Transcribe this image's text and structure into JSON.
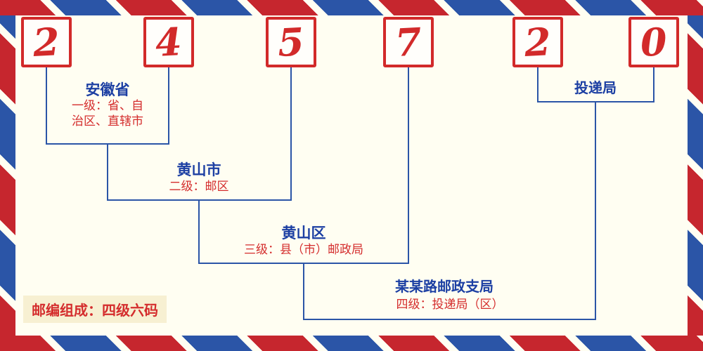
{
  "postal_code": {
    "digits": [
      "2",
      "4",
      "5",
      "7",
      "2",
      "0"
    ]
  },
  "levels": [
    {
      "name": "安徽省",
      "desc": "一级：省、自治区、直辖市"
    },
    {
      "name": "黄山市",
      "desc": "二级：邮区"
    },
    {
      "name": "黄山区",
      "desc": "三级：县（市）邮政局"
    },
    {
      "name": "某某路邮政支局",
      "desc": "四级：投递局（区）"
    },
    {
      "name": "投递局",
      "desc": ""
    }
  ],
  "footer": {
    "composition": "邮编组成：四级六码"
  },
  "colors": {
    "stripe_red": "#c6262e",
    "stripe_blue": "#2b55a7",
    "digit_red": "#d22a2a",
    "label_blue": "#1c3fa3",
    "desc_red": "#d42d2d",
    "footer_bg": "#f7f0d2",
    "background": "#fffef2"
  }
}
